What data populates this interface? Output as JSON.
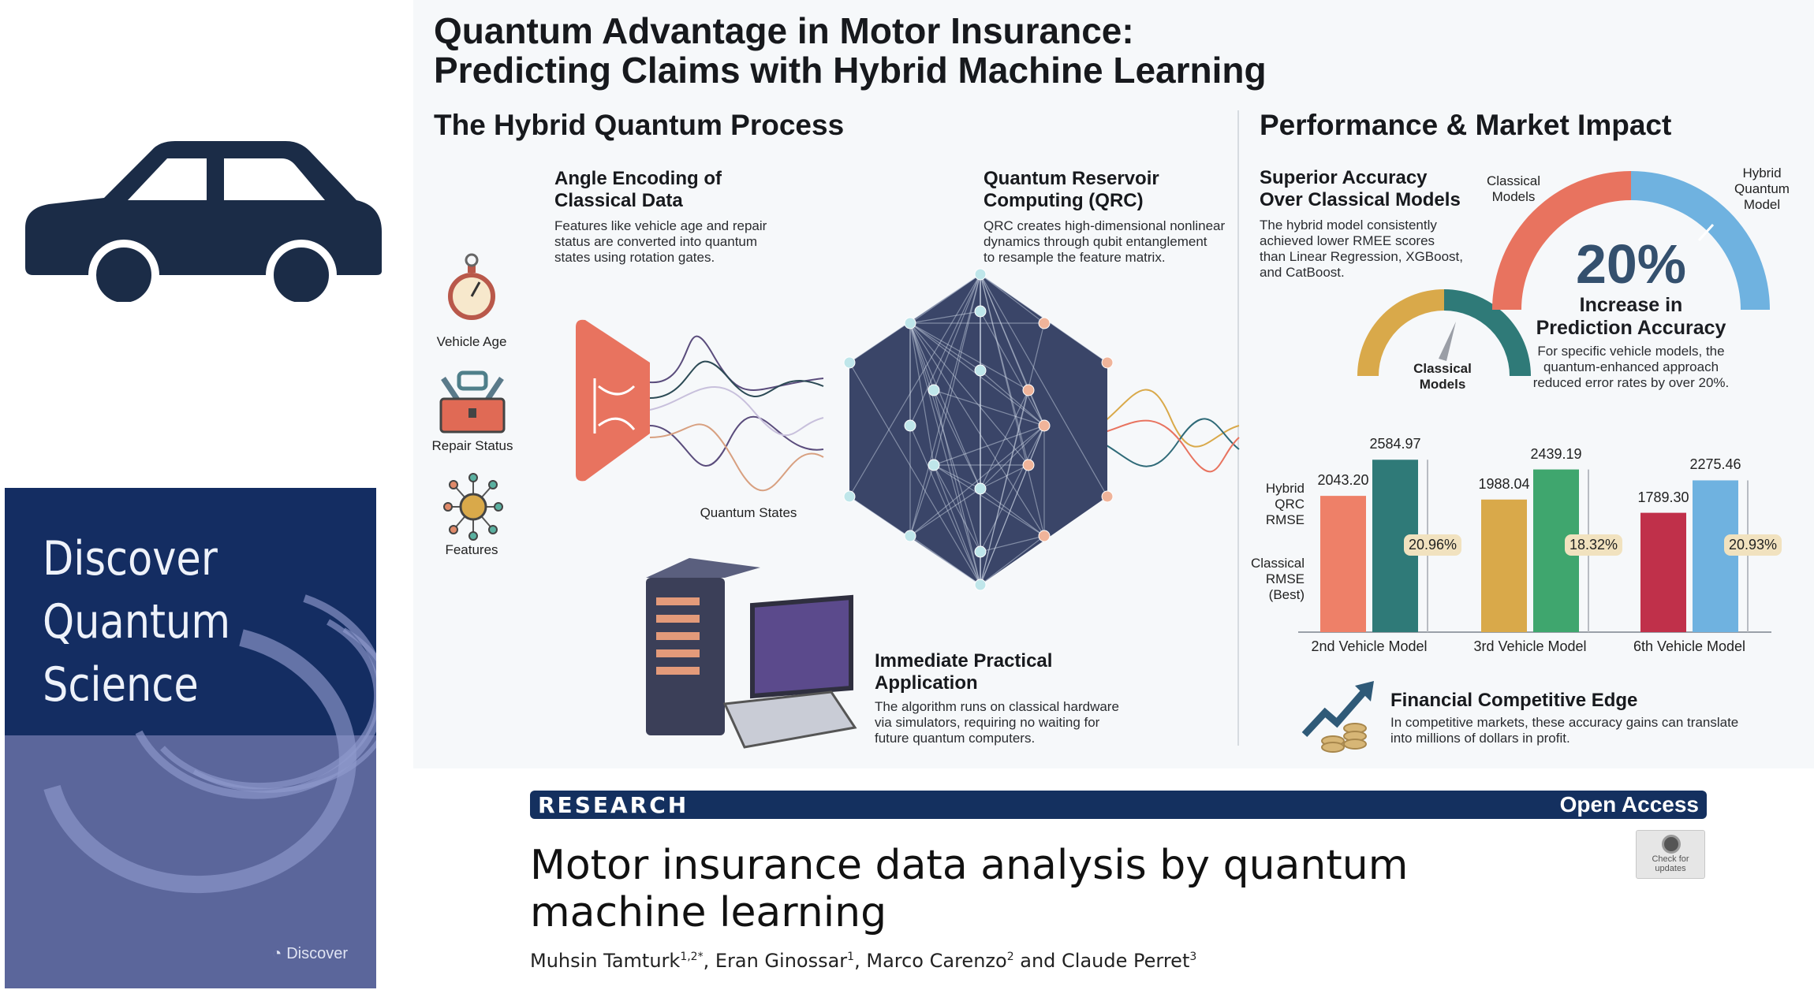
{
  "cover": {
    "title_lines": [
      "Discover",
      "Quantum",
      "Science"
    ],
    "brand": "Discover"
  },
  "infographic": {
    "title_lines": [
      "Quantum Advantage in Motor Insurance:",
      "Predicting Claims with Hybrid Machine Learning"
    ],
    "process": {
      "heading": "The Hybrid Quantum Process",
      "inputs": [
        {
          "label": "Vehicle Age",
          "icon": "stopwatch-icon"
        },
        {
          "label": "Repair Status",
          "icon": "toolbox-icon"
        },
        {
          "label": "Features",
          "icon": "features-network-icon"
        }
      ],
      "encoding": {
        "title_lines": [
          "Angle Encoding of",
          "Classical Data"
        ],
        "body_lines": [
          "Features like vehicle age and repair",
          "status are converted into quantum",
          "states using rotation gates."
        ]
      },
      "qrc": {
        "title_lines": [
          "Quantum Reservoir",
          "Computing (QRC)"
        ],
        "body_lines": [
          "QRC creates high-dimensional nonlinear",
          "dynamics through qubit entanglement",
          "to resample the feature matrix."
        ]
      },
      "quantum_states_label": "Quantum States",
      "application": {
        "title_lines": [
          "Immediate Practical",
          "Application"
        ],
        "body_lines": [
          "The algorithm runs on classical hardware",
          "via simulators, requiring no waiting for",
          "future quantum computers."
        ]
      }
    },
    "performance": {
      "heading": "Performance & Market Impact",
      "accuracy": {
        "title_lines": [
          "Superior Accuracy",
          "Over Classical Models"
        ],
        "body_lines": [
          "The hybrid model consistently",
          "achieved lower RMEE scores",
          "than Linear Regression, XGBoost,",
          "and CatBoost."
        ]
      },
      "small_gauge_label_lines": [
        "Classical",
        "Models"
      ],
      "big_gauge": {
        "left_label_lines": [
          "Classical",
          "Models"
        ],
        "right_label_lines": [
          "Hybrid",
          "Quantum",
          "Model"
        ],
        "value": "20%",
        "caption_lines": [
          "Increase in",
          "Prediction Accuracy"
        ],
        "body_lines": [
          "For specific vehicle models, the",
          "quantum-enhanced approach",
          "reduced error rates by over 20%."
        ]
      },
      "financial": {
        "title": "Financial Competitive Edge",
        "body_lines": [
          "In competitive markets, these accuracy gains can translate",
          "into millions of dollars in profit."
        ]
      }
    },
    "colors": {
      "orange": "#e8735f",
      "teal": "#2f7a78",
      "gold": "#d9a94a",
      "green": "#3fa66e",
      "crimson": "#c0304a",
      "sky": "#6fb2e0",
      "navy": "#34506e"
    }
  },
  "chart_data": {
    "type": "bar",
    "categories": [
      "2nd Vehicle Model",
      "3rd Vehicle Model",
      "6th Vehicle Model"
    ],
    "series": [
      {
        "name": "Hybrid QRC RMSE",
        "values": [
          2043.2,
          1988.04,
          1789.3
        ],
        "labels": [
          "2043.20",
          "1988.04",
          "1789.30"
        ]
      },
      {
        "name": "Classical RMSE (Best)",
        "values": [
          2584.97,
          2439.19,
          2275.46
        ],
        "labels": [
          "2584.97",
          "2439.19",
          "2275.46"
        ]
      }
    ],
    "improvements": [
      "20.96%",
      "18.32%",
      "20.93%"
    ],
    "legend_labels": [
      [
        "Hybrid",
        "QRC",
        "RMSE"
      ],
      [
        "Classical",
        "RMSE",
        "(Best)"
      ]
    ],
    "bar_colors": [
      [
        "#ee8068",
        "#2f7a78"
      ],
      [
        "#d9a94a",
        "#3fa66e"
      ],
      [
        "#c0304a",
        "#6fb2e0"
      ]
    ],
    "ylim": [
      0,
      2700
    ]
  },
  "paper": {
    "section": "RESEARCH",
    "access": "Open Access",
    "title": "Motor insurance data analysis by quantum machine learning",
    "check_lines": [
      "Check for",
      "updates"
    ],
    "authors": [
      {
        "name": "Muhsin Tamturk",
        "sup": "1,2*"
      },
      {
        "name": "Eran Ginossar",
        "sup": "1"
      },
      {
        "name": "Marco Carenzo",
        "sup": "2"
      },
      {
        "name": "Claude Perret",
        "sup": "3"
      }
    ],
    "author_sep": ", ",
    "author_and": " and "
  }
}
